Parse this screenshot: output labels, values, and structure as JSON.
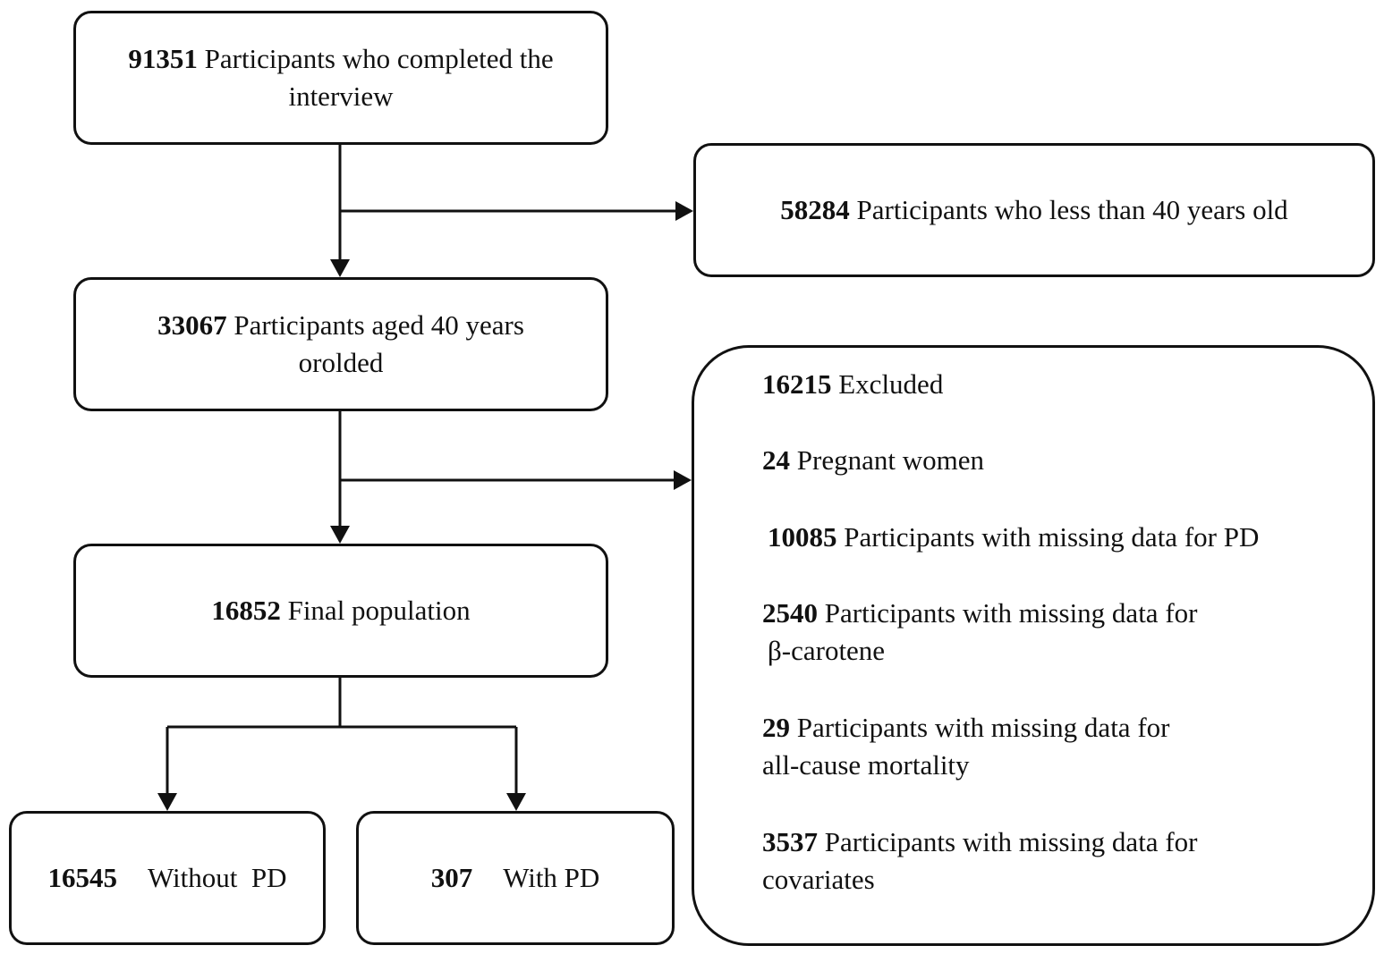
{
  "boxes": {
    "interview": {
      "count": "91351",
      "text": "Participants who completed the interview"
    },
    "under40": {
      "count": "58284",
      "text": "Participants who less than 40 years old"
    },
    "aged40": {
      "count": "33067",
      "text": "Participants aged 40 years orolded"
    },
    "final": {
      "count": "16852",
      "text": "Final population"
    },
    "without_pd": {
      "count": "16545",
      "text": "Without  PD"
    },
    "with_pd": {
      "count": "307",
      "text": "With PD"
    }
  },
  "excluded": {
    "count": "16215",
    "title": "Excluded",
    "items": [
      {
        "count": "24",
        "line1": "Pregnant women",
        "line2": ""
      },
      {
        "count": "10085",
        "line1": "Participants with missing data for PD",
        "line2": ""
      },
      {
        "count": "2540",
        "line1": "Participants with missing data for",
        "line2": "β-carotene"
      },
      {
        "count": "29",
        "line1": "Participants with missing data for",
        "line2": "all-cause mortality"
      },
      {
        "count": "3537",
        "line1": "Participants with missing data for",
        "line2": "covariates"
      }
    ]
  }
}
